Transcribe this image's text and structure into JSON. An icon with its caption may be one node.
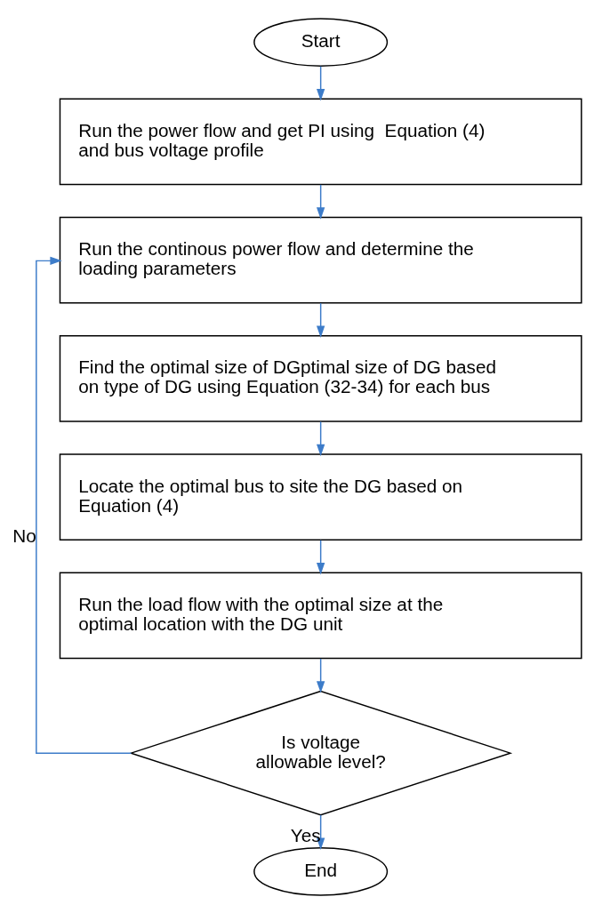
{
  "diagram": {
    "nodes": [
      {
        "text": [
          "Start"
        ]
      },
      {
        "text": [
          "Run the power flow and get PI using  Equation (4) and bus voltage profile"
        ]
      },
      {
        "text": [
          "Run the continous power flow and determine the loading parameters"
        ]
      },
      {
        "text": [
          "Find the optimal size of DGptimal size of DG based on type of DG using Equation (32-34) for each bus"
        ]
      },
      {
        "text": [
          "Locate the optimal bus to site the DG based on Equation (4)"
        ]
      },
      {
        "text": [
          "Run the load flow with the optimal size at the optimal location with the DG unit"
        ]
      },
      {
        "text": [
          "Is voltage allowable level?"
        ]
      },
      {
        "text": [
          "End"
        ]
      }
    ],
    "edges": [
      {
        "from": 0,
        "to": 1,
        "arrow": "to"
      },
      {
        "from": 1,
        "to": 2,
        "arrow": "to"
      },
      {
        "from": 2,
        "to": 3,
        "arrow": "to"
      },
      {
        "from": 3,
        "to": 4,
        "arrow": "to"
      },
      {
        "from": 4,
        "to": 5,
        "arrow": "to"
      },
      {
        "from": 5,
        "to": 6,
        "arrow": "to"
      },
      {
        "from": 6,
        "to": 2,
        "arrow": "to",
        "label": "No"
      },
      {
        "from": 6,
        "to": 7,
        "arrow": "to",
        "label": "Yes"
      }
    ]
  }
}
